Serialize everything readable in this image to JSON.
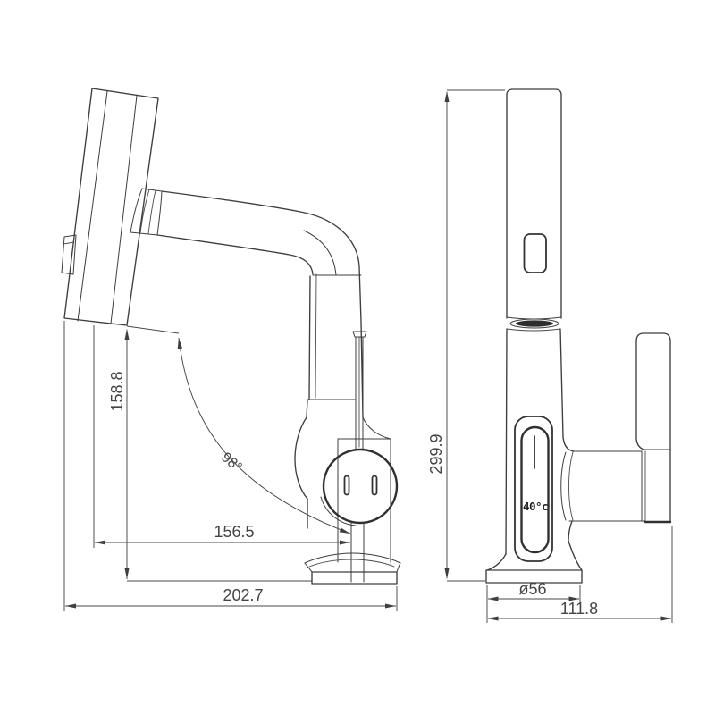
{
  "meta": {
    "title": "Pull-out basin faucet dimensioned technical drawing",
    "background_color": "#ffffff",
    "line_color": "#3d3d3d",
    "label_color": "#454545"
  },
  "side_view": {
    "dimensions": {
      "spout_height": "158.8",
      "swivel_angle": "98°",
      "spout_reach": "156.5",
      "overall_depth": "202.7"
    }
  },
  "front_view": {
    "dimensions": {
      "overall_height": "299.9",
      "base_diameter": "ø56",
      "overall_width": "111.8"
    },
    "display": {
      "temperature": "40°c"
    }
  }
}
